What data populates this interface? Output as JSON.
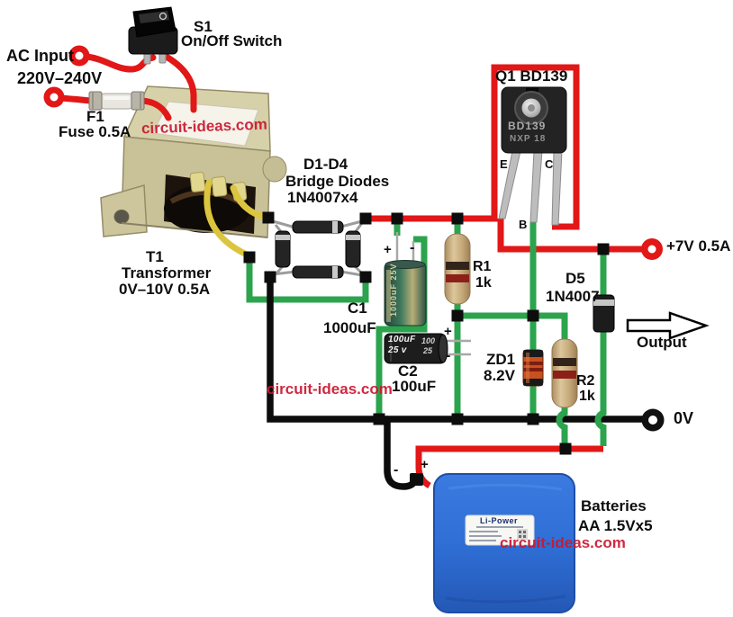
{
  "colors": {
    "wire_red": "#e21717",
    "wire_green": "#2ca34d",
    "wire_black": "#0c0c0c",
    "watermark": "#cb1730",
    "battery_blue": "#2f6fd6"
  },
  "watermark": {
    "text": "circuit-ideas.com"
  },
  "ac": {
    "label": "AC Input",
    "voltage": "220V–240V"
  },
  "s1": {
    "ref": "S1",
    "desc": "On/Off Switch"
  },
  "f1": {
    "ref": "F1",
    "desc": "Fuse 0.5A"
  },
  "t1": {
    "ref": "T1",
    "desc": "Transformer",
    "rating": "0V–10V 0.5A"
  },
  "bridge": {
    "refs": "D1-D4",
    "name": "Bridge Diodes",
    "part": "1N4007x4"
  },
  "q1": {
    "label": "Q1 BD139",
    "pin_e": "E",
    "pin_b": "B",
    "pin_c": "C",
    "marking1": "BD139",
    "marking2": "NXP 18"
  },
  "r1": {
    "ref": "R1",
    "value": "1k"
  },
  "c1": {
    "ref": "C1",
    "value": "1000uF",
    "body": "1000uF 25V",
    "plus": "+",
    "minus": "-"
  },
  "c2": {
    "ref": "C2",
    "value": "100uF",
    "body1": "100uF",
    "body2": "25 v",
    "echo1": "100",
    "echo2": "25",
    "plus": "+",
    "minus": "-"
  },
  "zd1": {
    "ref": "ZD1",
    "value": "8.2V"
  },
  "r2": {
    "ref": "R2",
    "value": "1k"
  },
  "d5": {
    "ref": "D5",
    "value": "1N4007"
  },
  "battery": {
    "title": "Batteries",
    "spec": "AA 1.5Vx5",
    "brand": "Li-Power",
    "plus": "+",
    "minus": "-"
  },
  "out": {
    "positive": "+7V 0.5A",
    "ground": "0V",
    "arrow": "Output"
  }
}
